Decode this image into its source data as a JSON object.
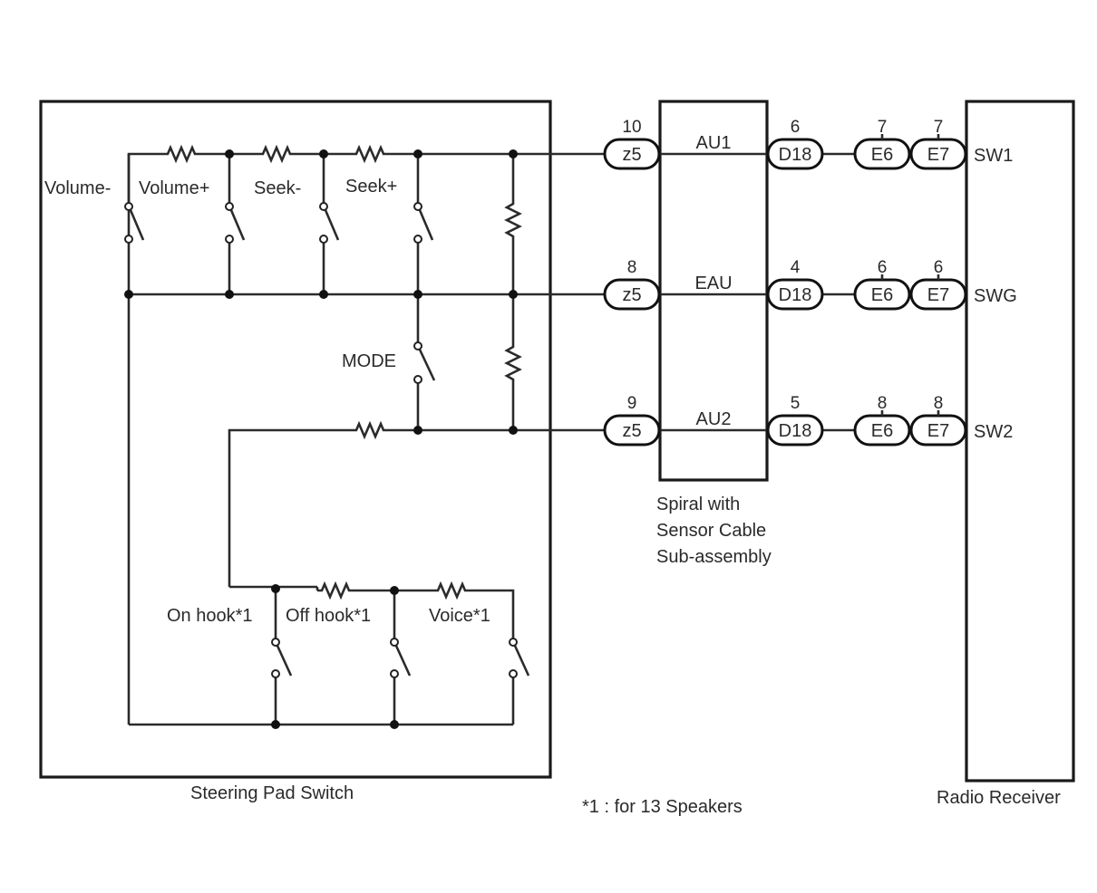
{
  "diagram": {
    "components": {
      "steering_pad_switch": "Steering Pad Switch",
      "spiral_cable": [
        "Spiral with",
        "Sensor Cable",
        "Sub-assembly"
      ],
      "radio_receiver": "Radio Receiver"
    },
    "switches": {
      "volume_minus": "Volume-",
      "volume_plus": "Volume+",
      "seek_minus": "Seek-",
      "seek_plus": "Seek+",
      "mode": "MODE",
      "on_hook": "On hook*1",
      "off_hook": "Off hook*1",
      "voice": "Voice*1"
    },
    "circuits": [
      {
        "spiral_signal": "AU1",
        "z5_pin": "10",
        "d18_pin": "6",
        "e6_pin": "7",
        "e7_pin": "7",
        "radio_terminal": "SW1"
      },
      {
        "spiral_signal": "EAU",
        "z5_pin": "8",
        "d18_pin": "4",
        "e6_pin": "6",
        "e7_pin": "6",
        "radio_terminal": "SWG"
      },
      {
        "spiral_signal": "AU2",
        "z5_pin": "9",
        "d18_pin": "5",
        "e6_pin": "8",
        "e7_pin": "8",
        "radio_terminal": "SW2"
      }
    ],
    "connectors": {
      "z5": "z5",
      "d18": "D18",
      "e6": "E6",
      "e7": "E7"
    },
    "footnote": "*1 : for 13 Speakers"
  }
}
